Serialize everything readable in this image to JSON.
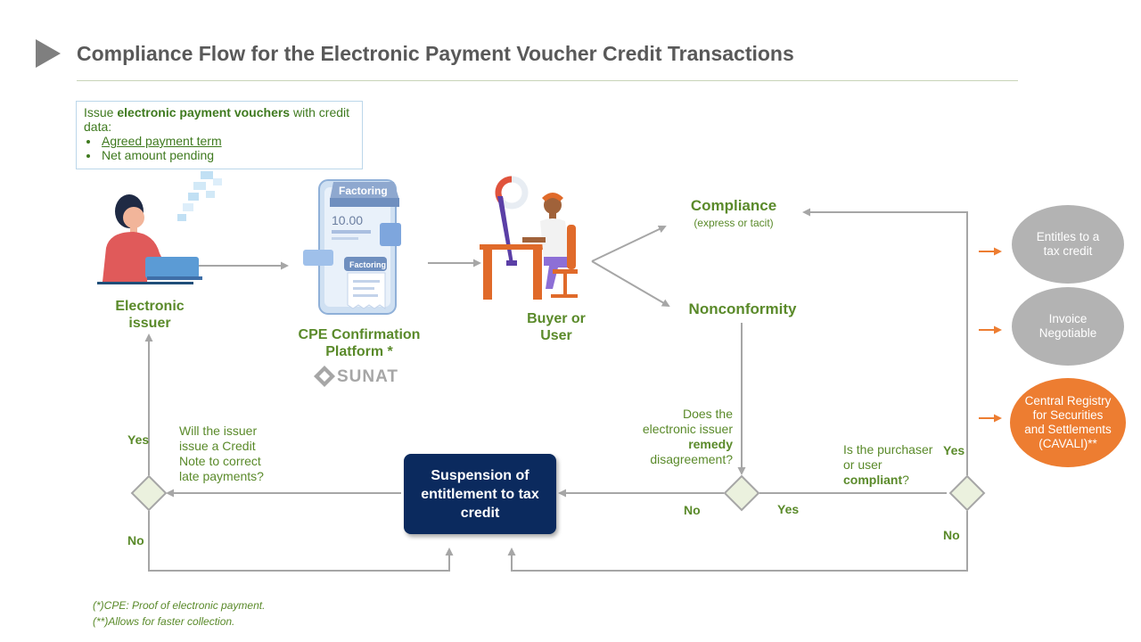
{
  "title": "Compliance Flow  for the Electronic Payment Voucher Credit Transactions",
  "info_box": {
    "line1_prefix": "Issue ",
    "line1_bold": "electronic payment vouchers",
    "line1_suffix": " with credit data:",
    "bullets": [
      "Agreed payment term",
      "Net amount pending"
    ]
  },
  "phone_screen": {
    "banner": "Factoring",
    "amount": "10.00",
    "button": "Factoring"
  },
  "nodes": {
    "issuer": "Electronic issuer",
    "platform": "CPE Confirmation Platform *",
    "sunat": "SUNAT",
    "buyer": "Buyer or User",
    "compliance": "Compliance",
    "compliance_note": "(express or tacit)",
    "nonconformity": "Nonconformity",
    "suspension": "Suspension of entitlement to tax credit"
  },
  "questions": {
    "credit_note": "Will the issuer issue a Credit Note to correct late payments?",
    "remedy_pre": "Does the electronic issuer",
    "remedy_bold": "remedy",
    "remedy_post": "disagreement?",
    "compliant_pre": "Is the purchaser or user",
    "compliant_bold": "compliant",
    "compliant_post": "?"
  },
  "answers": {
    "left_yes": "Yes",
    "left_no": "No",
    "mid_no": "No",
    "mid_yes": "Yes",
    "right_yes": "Yes",
    "right_no": "No"
  },
  "outcomes": [
    {
      "label": "Entitles to a tax credit",
      "color": "#b3b3b3"
    },
    {
      "label": "Invoice Negotiable",
      "color": "#b3b3b3"
    },
    {
      "label": "Central Registry for Securities and Settlements (CAVALI)**",
      "color": "#ed7d31"
    }
  ],
  "footnotes": [
    "(*)CPE: Proof of electronic payment.",
    "(**)Allows for faster collection."
  ],
  "colors": {
    "accent_green": "#5a8a2a",
    "navy": "#0b2a5e",
    "orange": "#ed7d31",
    "grey": "#b3b3b3"
  }
}
